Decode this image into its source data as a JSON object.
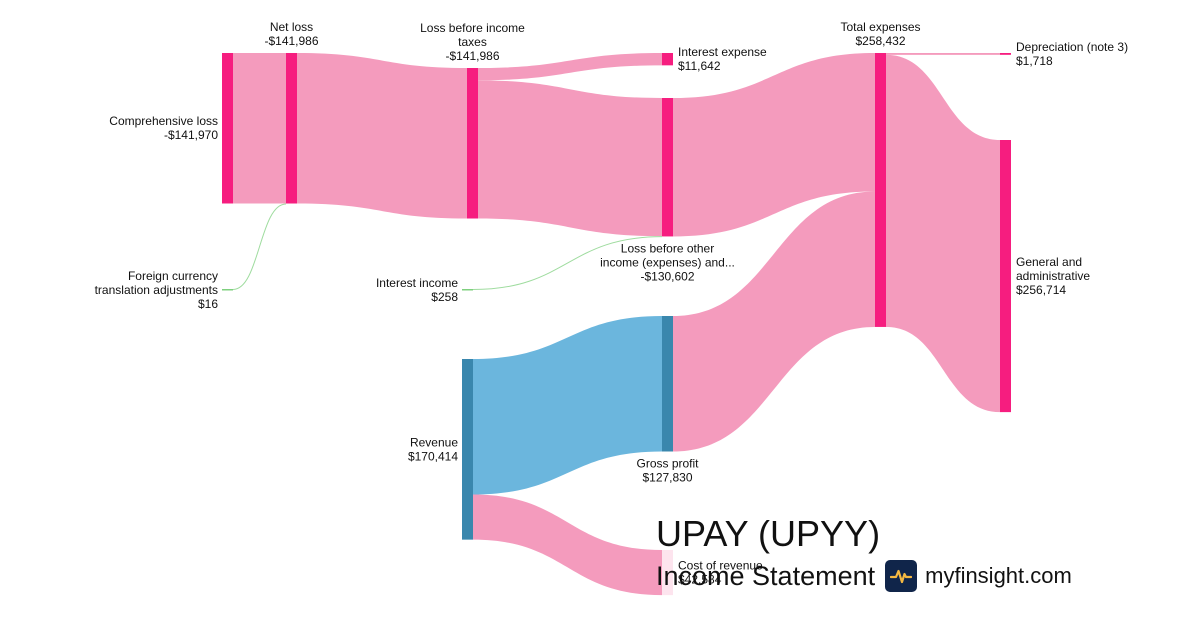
{
  "chart_data": {
    "type": "sankey",
    "nodes": [
      {
        "id": "comprehensive_loss",
        "label": [
          "Comprehensive loss",
          "-$141,970"
        ],
        "value": 141970,
        "color": "#f61d7f"
      },
      {
        "id": "fx_translation",
        "label": [
          "Foreign currency",
          "translation adjustments",
          "$16"
        ],
        "value": 16,
        "color": "#7fd07f"
      },
      {
        "id": "net_loss",
        "label": [
          "Net loss",
          "-$141,986"
        ],
        "value": 141986,
        "color": "#f61d7f"
      },
      {
        "id": "loss_before_taxes",
        "label": [
          "Loss before income",
          "taxes",
          "-$141,986"
        ],
        "value": 141986,
        "color": "#f61d7f"
      },
      {
        "id": "interest_income",
        "label": [
          "Interest income",
          "$258"
        ],
        "value": 258,
        "color": "#7fd07f"
      },
      {
        "id": "revenue",
        "label": [
          "Revenue",
          "$170,414"
        ],
        "value": 170414,
        "color": "#3a87ad"
      },
      {
        "id": "interest_expense",
        "label": [
          "Interest expense",
          "$11,642"
        ],
        "value": 11642,
        "color": "#f61d7f"
      },
      {
        "id": "loss_before_other",
        "label": [
          "Loss before other",
          "income (expenses) and...",
          "-$130,602"
        ],
        "value": 130602,
        "color": "#f61d7f"
      },
      {
        "id": "gross_profit",
        "label": [
          "Gross profit",
          "$127,830"
        ],
        "value": 127830,
        "color": "#3a87ad"
      },
      {
        "id": "cost_of_revenue",
        "label": [
          "Cost of revenue",
          "$42,584"
        ],
        "value": 42584,
        "color": "#fde4ee"
      },
      {
        "id": "total_expenses",
        "label": [
          "Total expenses",
          "$258,432"
        ],
        "value": 258432,
        "color": "#f61d7f"
      },
      {
        "id": "depreciation",
        "label": [
          "Depreciation (note 3)",
          "$1,718"
        ],
        "value": 1718,
        "color": "#f61d7f"
      },
      {
        "id": "general_admin",
        "label": [
          "General and",
          "administrative",
          "$256,714"
        ],
        "value": 256714,
        "color": "#f61d7f"
      }
    ],
    "links": [
      {
        "source": "comprehensive_loss",
        "target": "net_loss",
        "value": 141970,
        "color": "#f49bbd"
      },
      {
        "source": "fx_translation",
        "target": "net_loss",
        "value": 16,
        "color": "#9fdc9f"
      },
      {
        "source": "net_loss",
        "target": "loss_before_taxes",
        "value": 141986,
        "color": "#f49bbd"
      },
      {
        "source": "loss_before_taxes",
        "target": "interest_expense",
        "value": 11642,
        "color": "#f49bbd"
      },
      {
        "source": "loss_before_taxes",
        "target": "loss_before_other",
        "value": 130344,
        "color": "#f49bbd"
      },
      {
        "source": "interest_income",
        "target": "loss_before_other",
        "value": 258,
        "color": "#9fdc9f"
      },
      {
        "source": "loss_before_other",
        "target": "total_expenses",
        "value": 130602,
        "color": "#f49bbd"
      },
      {
        "source": "revenue",
        "target": "gross_profit",
        "value": 127830,
        "color": "#6bb6dd"
      },
      {
        "source": "revenue",
        "target": "cost_of_revenue",
        "value": 42584,
        "color": "#f49bbd"
      },
      {
        "source": "gross_profit",
        "target": "total_expenses",
        "value": 127830,
        "color": "#f49bbd"
      },
      {
        "source": "total_expenses",
        "target": "depreciation",
        "value": 1718,
        "color": "#f49bbd"
      },
      {
        "source": "total_expenses",
        "target": "general_admin",
        "value": 256714,
        "color": "#f49bbd"
      }
    ]
  },
  "branding": {
    "company": "UPAY (UPYY)",
    "subtitle": "Income Statement",
    "site": "myfinsight.com",
    "logo_icon": "pulse-line-icon",
    "logo_color": "#10254a",
    "logo_accent": "#f5b942"
  }
}
